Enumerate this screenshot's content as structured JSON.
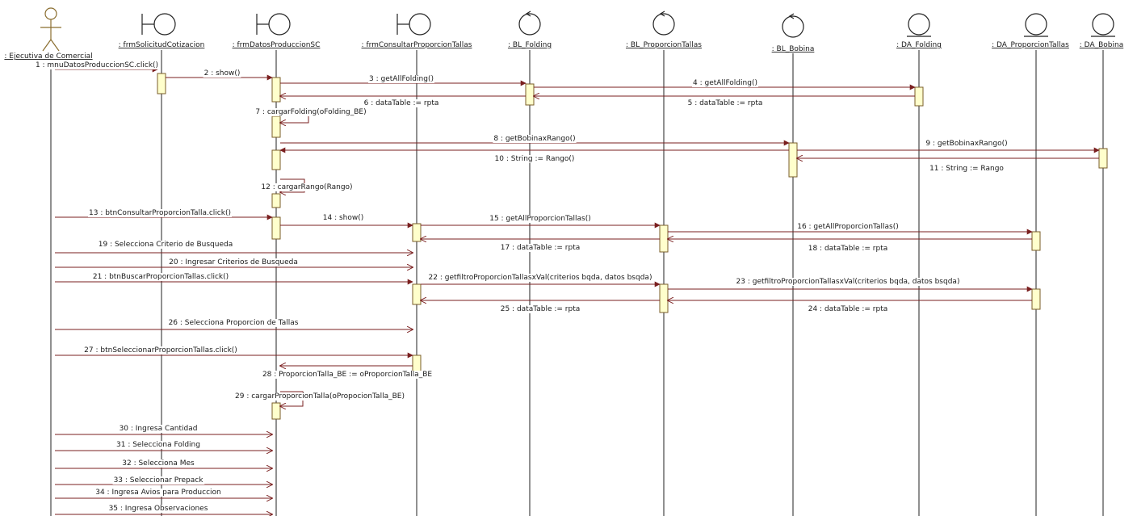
{
  "actors": [
    {
      "id": "ejecutiva",
      "label": ": Ejecutiva de Comercial",
      "kind": "actor",
      "shape": "actor-icon"
    },
    {
      "id": "frmSolicitud",
      "label": ": frmSolicitudCotizacion",
      "kind": "boundary",
      "shape": "boundary-icon"
    },
    {
      "id": "frmDatos",
      "label": ": frmDatosProduccionSC",
      "kind": "boundary",
      "shape": "boundary-icon"
    },
    {
      "id": "frmConsultar",
      "label": ": frmConsultarProporcionTallas",
      "kind": "boundary",
      "shape": "boundary-icon"
    },
    {
      "id": "blFolding",
      "label": ": BL_Folding",
      "kind": "control",
      "shape": "control-icon"
    },
    {
      "id": "blProporcion",
      "label": ": BL_ProporcionTallas",
      "kind": "control",
      "shape": "control-icon"
    },
    {
      "id": "blBobina",
      "label": ": BL_Bobina",
      "kind": "control",
      "shape": "control-icon"
    },
    {
      "id": "daFolding",
      "label": ": DA_Folding",
      "kind": "entity",
      "shape": "entity-icon"
    },
    {
      "id": "daProporcion",
      "label": ": DA_ProporcionTallas",
      "kind": "entity",
      "shape": "entity-icon"
    },
    {
      "id": "daBobina",
      "label": ": DA_Bobina",
      "kind": "entity",
      "shape": "entity-icon"
    }
  ],
  "messages": [
    {
      "n": 1,
      "text": "1 : mnuDatosProduccionSC.click()",
      "from": "ejecutiva",
      "to": "frmSolicitud",
      "type": "call"
    },
    {
      "n": 2,
      "text": "2 : show()",
      "from": "frmSolicitud",
      "to": "frmDatos",
      "type": "call"
    },
    {
      "n": 3,
      "text": "3 : getAllFolding()",
      "from": "frmDatos",
      "to": "blFolding",
      "type": "call"
    },
    {
      "n": 4,
      "text": "4 : getAllFolding()",
      "from": "blFolding",
      "to": "daFolding",
      "type": "call"
    },
    {
      "n": 5,
      "text": "5 : dataTable := rpta",
      "from": "daFolding",
      "to": "blFolding",
      "type": "return"
    },
    {
      "n": 6,
      "text": "6 : dataTable := rpta",
      "from": "blFolding",
      "to": "frmDatos",
      "type": "return"
    },
    {
      "n": 7,
      "text": "7 : cargarFolding(oFolding_BE)",
      "from": "frmDatos",
      "to": "frmDatos",
      "type": "self"
    },
    {
      "n": 8,
      "text": "8 : getBobinaxRango()",
      "from": "frmDatos",
      "to": "blBobina",
      "type": "call"
    },
    {
      "n": 9,
      "text": "9 : getBobinaxRango()",
      "from": "blBobina",
      "to": "daBobina",
      "type": "call"
    },
    {
      "n": 10,
      "text": "10 : String := Rango()",
      "from": "blBobina",
      "to": "frmDatos",
      "type": "call"
    },
    {
      "n": 11,
      "text": "11 : String := Rango",
      "from": "daBobina",
      "to": "blBobina",
      "type": "return"
    },
    {
      "n": 12,
      "text": "12 : cargarRango(Rango)",
      "from": "frmDatos",
      "to": "frmDatos",
      "type": "self"
    },
    {
      "n": 13,
      "text": "13 : btnConsultarProporcionTalla.click()",
      "from": "ejecutiva",
      "to": "frmDatos",
      "type": "call"
    },
    {
      "n": 14,
      "text": "14 : show()",
      "from": "frmDatos",
      "to": "frmConsultar",
      "type": "call"
    },
    {
      "n": 15,
      "text": "15 : getAllProporcionTallas()",
      "from": "frmConsultar",
      "to": "blProporcion",
      "type": "call"
    },
    {
      "n": 16,
      "text": "16 : getAllProporcionTallas()",
      "from": "blProporcion",
      "to": "daProporcion",
      "type": "call"
    },
    {
      "n": 17,
      "text": "17 : dataTable := rpta",
      "from": "blProporcion",
      "to": "frmConsultar",
      "type": "return"
    },
    {
      "n": 18,
      "text": "18 : dataTable := rpta",
      "from": "daProporcion",
      "to": "blProporcion",
      "type": "return"
    },
    {
      "n": 19,
      "text": "19 : Selecciona Criterio de Busqueda",
      "from": "ejecutiva",
      "to": "frmConsultar",
      "type": "async"
    },
    {
      "n": 20,
      "text": "20 : Ingresar Criterios de Busqueda",
      "from": "ejecutiva",
      "to": "frmConsultar",
      "type": "async"
    },
    {
      "n": 21,
      "text": "21 : btnBuscarProporcionTallas.click()",
      "from": "ejecutiva",
      "to": "frmConsultar",
      "type": "call"
    },
    {
      "n": 22,
      "text": "22 : getfiltroProporcionTallasxVal(criterios bqda, datos bsqda)",
      "from": "frmConsultar",
      "to": "blProporcion",
      "type": "call"
    },
    {
      "n": 23,
      "text": "23 : getfiltroProporcionTallasxVal(criterios bqda, datos bsqda)",
      "from": "blProporcion",
      "to": "daProporcion",
      "type": "call"
    },
    {
      "n": 24,
      "text": "24 : dataTable := rpta",
      "from": "daProporcion",
      "to": "blProporcion",
      "type": "return"
    },
    {
      "n": 25,
      "text": "25 : dataTable := rpta",
      "from": "blProporcion",
      "to": "frmConsultar",
      "type": "return"
    },
    {
      "n": 26,
      "text": "26 : Selecciona Proporcion de Tallas",
      "from": "ejecutiva",
      "to": "frmConsultar",
      "type": "async"
    },
    {
      "n": 27,
      "text": "27 : btnSeleccionarProporcionTallas.click()",
      "from": "ejecutiva",
      "to": "frmConsultar",
      "type": "call"
    },
    {
      "n": 28,
      "text": "28 : ProporcionTalla_BE := oProporcionTalla_BE",
      "from": "frmConsultar",
      "to": "frmDatos",
      "type": "return"
    },
    {
      "n": 29,
      "text": "29 : cargarProporcionTalla(oPropocionTalla_BE)",
      "from": "frmDatos",
      "to": "frmDatos",
      "type": "self"
    },
    {
      "n": 30,
      "text": "30 : Ingresa Cantidad",
      "from": "ejecutiva",
      "to": "frmDatos",
      "type": "async"
    },
    {
      "n": 31,
      "text": "31 : Selecciona Folding",
      "from": "ejecutiva",
      "to": "frmDatos",
      "type": "async"
    },
    {
      "n": 32,
      "text": "32 : Selecciona Mes",
      "from": "ejecutiva",
      "to": "frmDatos",
      "type": "async"
    },
    {
      "n": 33,
      "text": "33 : Seleccionar Prepack",
      "from": "ejecutiva",
      "to": "frmDatos",
      "type": "async"
    },
    {
      "n": 34,
      "text": "34 : Ingresa Avios para Produccion",
      "from": "ejecutiva",
      "to": "frmDatos",
      "type": "async"
    },
    {
      "n": 35,
      "text": "35 : Ingresa Observaciones",
      "from": "ejecutiva",
      "to": "frmDatos",
      "type": "async"
    }
  ],
  "colors": {
    "message": "#7a1f1f",
    "activation_fill": "#ffffcc",
    "activation_stroke": "#7a5c2a",
    "actor": "#8a6d2f"
  }
}
